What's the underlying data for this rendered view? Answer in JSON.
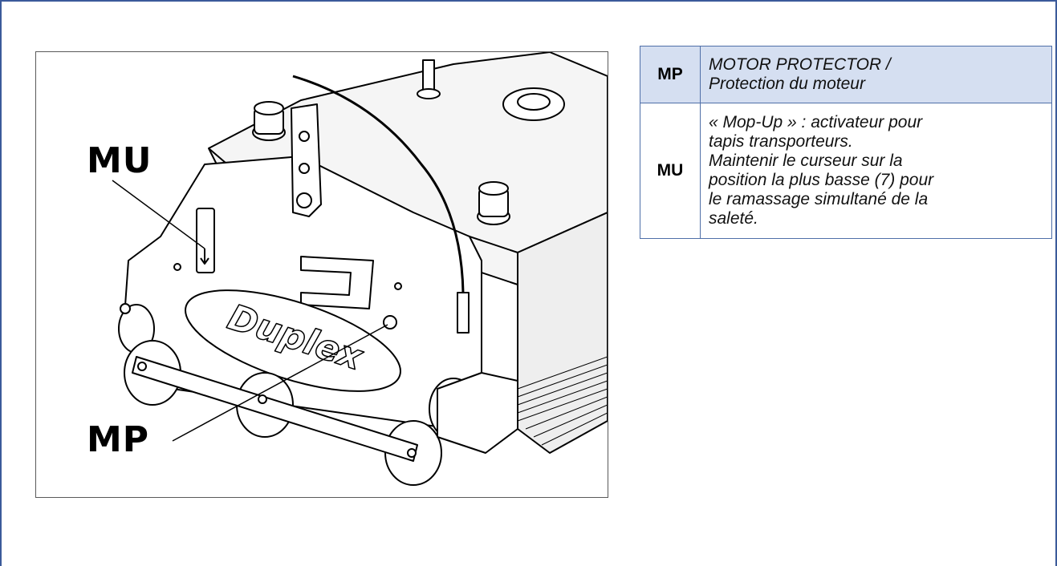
{
  "figure": {
    "label_mu": "MU",
    "label_mp": "MP",
    "brand_mark": "Duplex"
  },
  "legend": {
    "rows": [
      {
        "code": "MP",
        "lines": [
          "MOTOR PROTECTOR /",
          "Protection du moteur"
        ]
      },
      {
        "code": "MU",
        "lines": [
          "« Mop-Up » : activateur pour",
          "tapis transporteurs.",
          "Maintenir le curseur sur la",
          "position la plus basse (7) pour",
          "le ramassage simultané de la",
          "saleté."
        ]
      }
    ]
  },
  "colors": {
    "frame_border": "#3b5a9a",
    "table_header_bg": "#d5dff1",
    "table_border": "#4f6fa8"
  }
}
